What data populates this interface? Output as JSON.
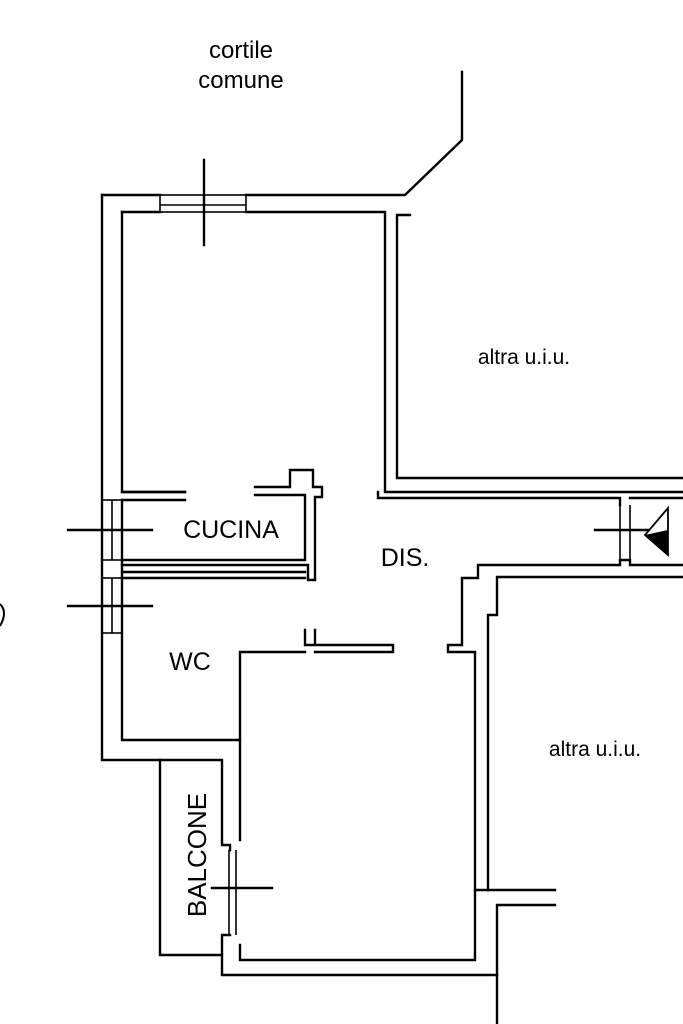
{
  "labels": {
    "cortile_line1": "cortile",
    "cortile_line2": "comune",
    "altra_uiu_top": "altra u.i.u.",
    "altra_uiu_bottom": "altra u.i.u.",
    "cucina": "CUCINA",
    "dis": "DIS.",
    "wc": "WC",
    "balcone": "BALCONE"
  },
  "colors": {
    "wall": "#000000",
    "background": "#ffffff"
  }
}
